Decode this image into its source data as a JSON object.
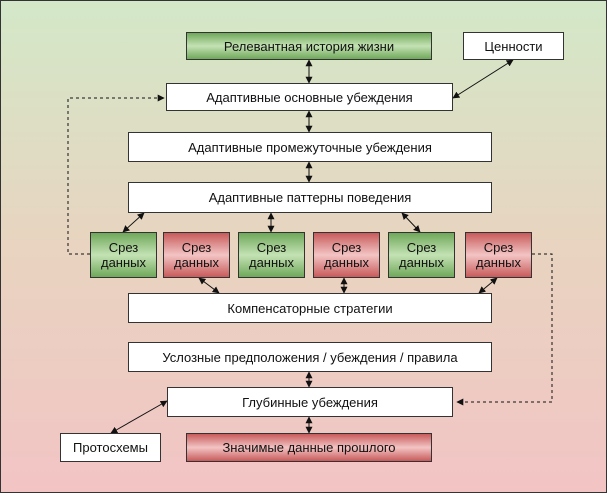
{
  "boxes": {
    "relevant_history": "Релевантная история жизни",
    "values": "Ценности",
    "adaptive_core": "Адаптивные основные убеждения",
    "adaptive_intermediate": "Адаптивные промежуточные убеждения",
    "adaptive_patterns": "Адаптивные паттерны поведения",
    "compensatory": "Компенсаторные стратегии",
    "conditional": "Услозные предположения / убеждения / правила",
    "deep_beliefs": "Глубинные убеждения",
    "protoschemas": "Протосхемы",
    "significant_past": "Значимые данные прошлого"
  },
  "slices": [
    {
      "line1": "Срез",
      "line2": "данных",
      "tone": "green"
    },
    {
      "line1": "Срез",
      "line2": "данных",
      "tone": "red"
    },
    {
      "line1": "Срез",
      "line2": "данных",
      "tone": "green"
    },
    {
      "line1": "Срез",
      "line2": "данных",
      "tone": "red"
    },
    {
      "line1": "Срез",
      "line2": "данных",
      "tone": "green"
    },
    {
      "line1": "Срез",
      "line2": "данных",
      "tone": "red"
    }
  ],
  "colors": {
    "green": "#6fa85a",
    "red": "#c85a5a",
    "background_top": "#d3e8c8",
    "background_bottom": "#f2c4c4"
  }
}
